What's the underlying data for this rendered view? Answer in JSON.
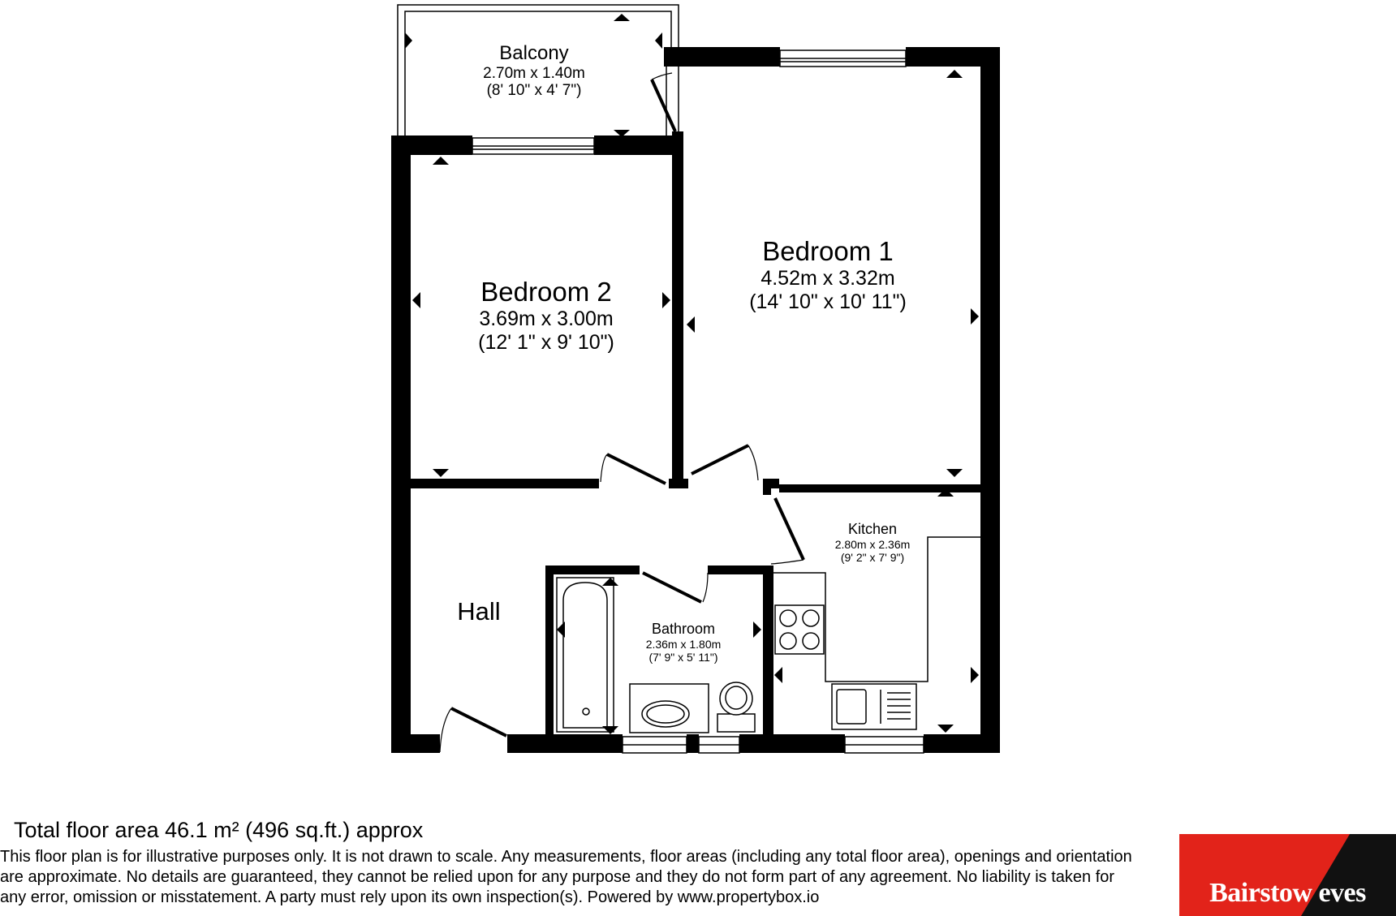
{
  "rooms": {
    "balcony": {
      "name": "Balcony",
      "metric": "2.70m x 1.40m",
      "imperial": "(8' 10\" x 4' 7\")"
    },
    "bedroom1": {
      "name": "Bedroom 1",
      "metric": "4.52m x 3.32m",
      "imperial": "(14' 10\" x 10' 11\")"
    },
    "bedroom2": {
      "name": "Bedroom 2",
      "metric": "3.69m x 3.00m",
      "imperial": "(12' 1\" x 9' 10\")"
    },
    "kitchen": {
      "name": "Kitchen",
      "metric": "2.80m x 2.36m",
      "imperial": "(9' 2\" x 7' 9\")"
    },
    "bathroom": {
      "name": "Bathroom",
      "metric": "2.36m x 1.80m",
      "imperial": "(7' 9\" x 5' 11\")"
    },
    "hall": {
      "name": "Hall"
    }
  },
  "footer": {
    "total_area": "Total floor area 46.1 m² (496 sq.ft.) approx",
    "disclaimer": "This floor plan is for illustrative purposes only. It is not drawn to scale. Any measurements, floor areas (including any total floor area), openings and orientation are approximate. No details are guaranteed, they cannot be relied upon for any purpose and they do not form part of any agreement. No liability is taken for any error, omission or misstatement. A party must rely upon its own inspection(s). Powered by www.propertybox.io"
  },
  "logo": {
    "text": "Bairstow eves",
    "colors": {
      "red": "#e2231a",
      "black": "#111111"
    }
  },
  "colors": {
    "wall": "#000000",
    "background": "#ffffff"
  }
}
